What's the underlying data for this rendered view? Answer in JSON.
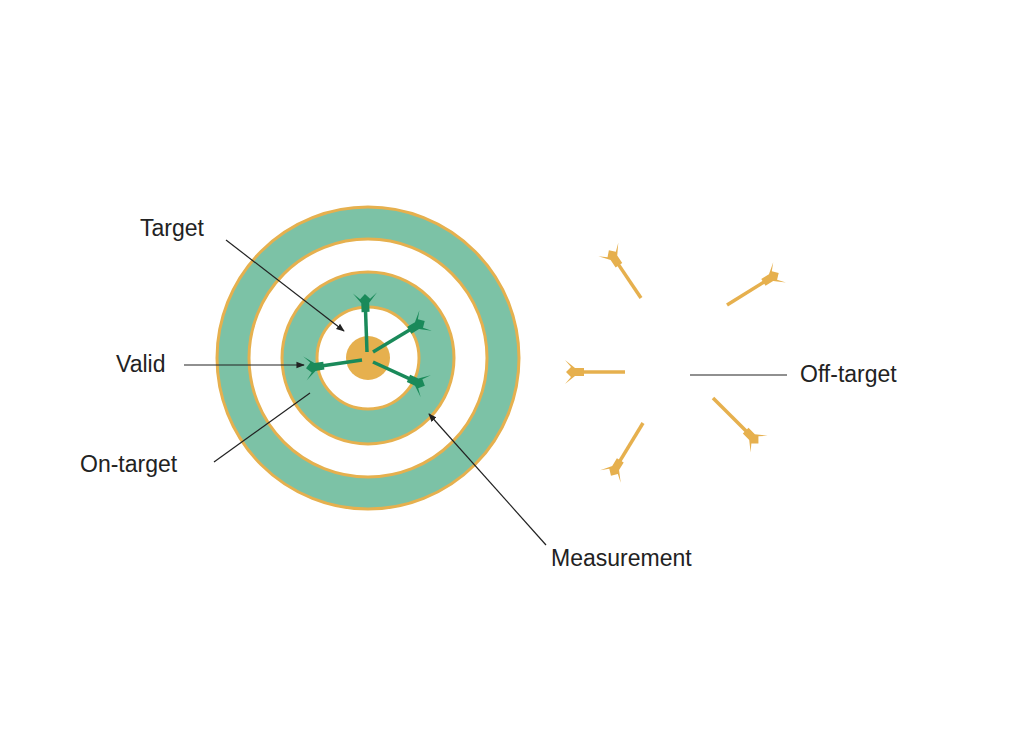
{
  "diagram": {
    "labels": [
      "Target",
      "Valid",
      "On-target",
      "Measurement",
      "Off-target"
    ]
  }
}
